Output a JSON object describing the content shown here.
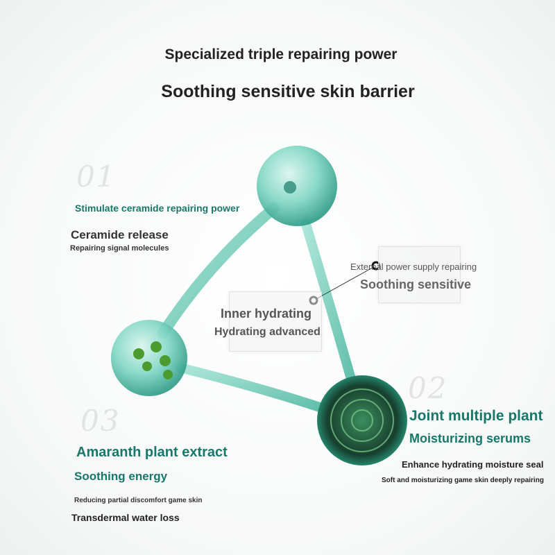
{
  "header": {
    "title": "Specialized triple repairing power",
    "subtitle": "Soothing sensitive skin barrier"
  },
  "section1": {
    "number": "01",
    "heading": "Stimulate ceramide repairing power",
    "title": "Ceramide release",
    "detail": "Repairing signal molecules"
  },
  "callout_external": {
    "line1": "External power supply repairing",
    "line2": "Soothing sensitive"
  },
  "callout_inner": {
    "line1": "Inner hydrating",
    "line2": "Hydrating advanced"
  },
  "section2": {
    "number": "02",
    "heading1": "Joint multiple plant",
    "heading2": "Moisturizing serums",
    "detail1": "Enhance hydrating moisture seal",
    "detail2": "Soft and moisturizing game skin deeply repairing"
  },
  "section3": {
    "number": "03",
    "heading1": "Amaranth plant extract",
    "heading2": "Soothing energy",
    "detail1": "Reducing partial discomfort game skin",
    "detail2": "Transdermal water loss"
  },
  "colors": {
    "accent": "#16776a",
    "sphere": "#5cc7b2",
    "dark_sphere": "#1d5a45"
  }
}
